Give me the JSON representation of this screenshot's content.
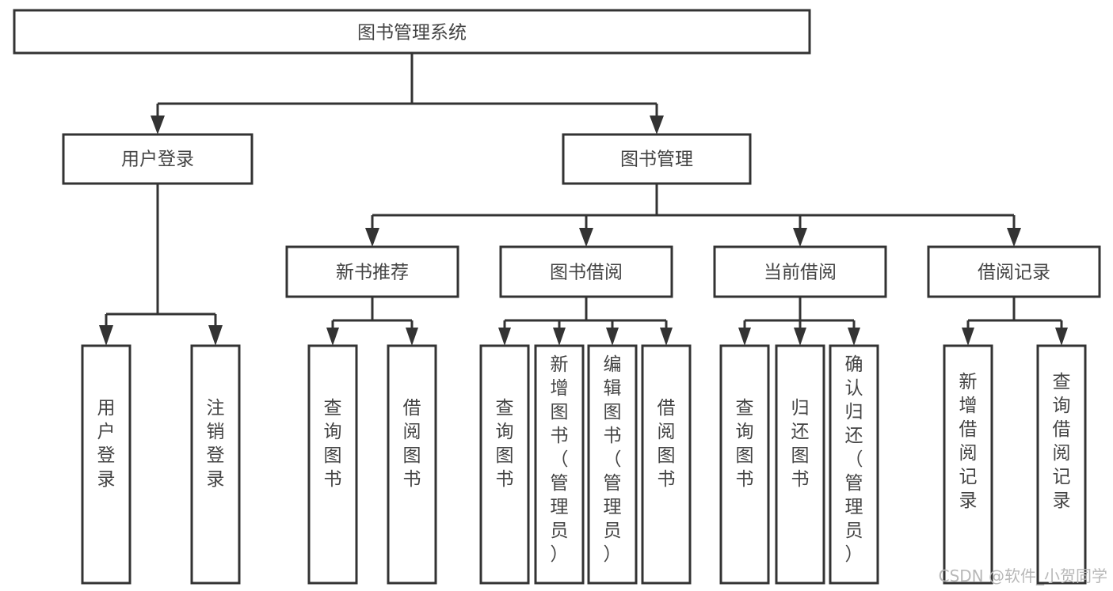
{
  "diagram": {
    "title": "图书管理系统",
    "type": "tree-hierarchy",
    "root": {
      "label": "图书管理系统",
      "orientation": "horizontal"
    },
    "level2": [
      {
        "label": "用户登录",
        "orientation": "horizontal"
      },
      {
        "label": "图书管理",
        "orientation": "horizontal"
      }
    ],
    "level3": [
      {
        "label": "新书推荐",
        "orientation": "horizontal"
      },
      {
        "label": "图书借阅",
        "orientation": "horizontal"
      },
      {
        "label": "当前借阅",
        "orientation": "horizontal"
      },
      {
        "label": "借阅记录",
        "orientation": "horizontal"
      }
    ],
    "leaves": {
      "user_login": [
        {
          "label": "用户登录",
          "orientation": "vertical"
        },
        {
          "label": "注销登录",
          "orientation": "vertical"
        }
      ],
      "new_book_recommend": [
        {
          "label": "查询图书",
          "orientation": "vertical"
        },
        {
          "label": "借阅图书",
          "orientation": "vertical"
        }
      ],
      "book_borrow": [
        {
          "label": "查询图书",
          "orientation": "vertical"
        },
        {
          "label": "新增图书（管理员）",
          "orientation": "vertical"
        },
        {
          "label": "编辑图书（管理员）",
          "orientation": "vertical"
        },
        {
          "label": "借阅图书",
          "orientation": "vertical"
        }
      ],
      "current_borrow": [
        {
          "label": "查询图书",
          "orientation": "vertical"
        },
        {
          "label": "归还图书",
          "orientation": "vertical"
        },
        {
          "label": "确认归还（管理员）",
          "orientation": "vertical"
        }
      ],
      "borrow_record": [
        {
          "label": "新增借阅记录",
          "orientation": "vertical"
        },
        {
          "label": "查询借阅记录",
          "orientation": "vertical"
        }
      ]
    },
    "colors": {
      "stroke": "#333333",
      "fill": "#ffffff",
      "text": "#444444",
      "watermark": "#b8b8b8",
      "background": "#ffffff"
    }
  },
  "watermark": {
    "text": "CSDN @软件_小贺同学"
  }
}
